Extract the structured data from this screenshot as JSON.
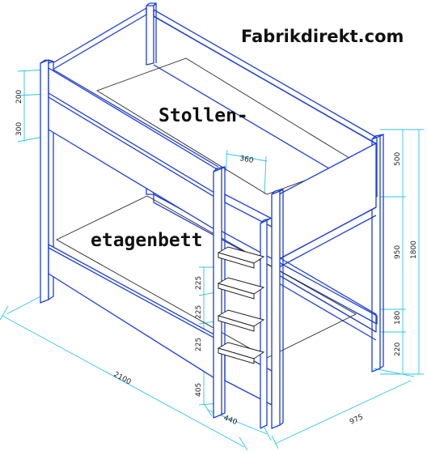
{
  "brand": "Fabrikdirekt.com",
  "title_line1": "Stollen-",
  "title_line2": "etagenbett",
  "dimensions": {
    "width_2100": "2100",
    "depth_975": "975",
    "ladder_440": "440",
    "ladder_360": "360",
    "left_200": "200",
    "left_300": "300",
    "step_225_a": "225",
    "step_225_b": "225",
    "step_225_c": "225",
    "bottom_405": "405",
    "right_500": "500",
    "right_950": "950",
    "right_180": "180",
    "right_220": "220",
    "right_1800": "1800"
  },
  "colors": {
    "frame": "#1e3fd6",
    "dimension": "#2fc6e6",
    "text": "#111111"
  }
}
